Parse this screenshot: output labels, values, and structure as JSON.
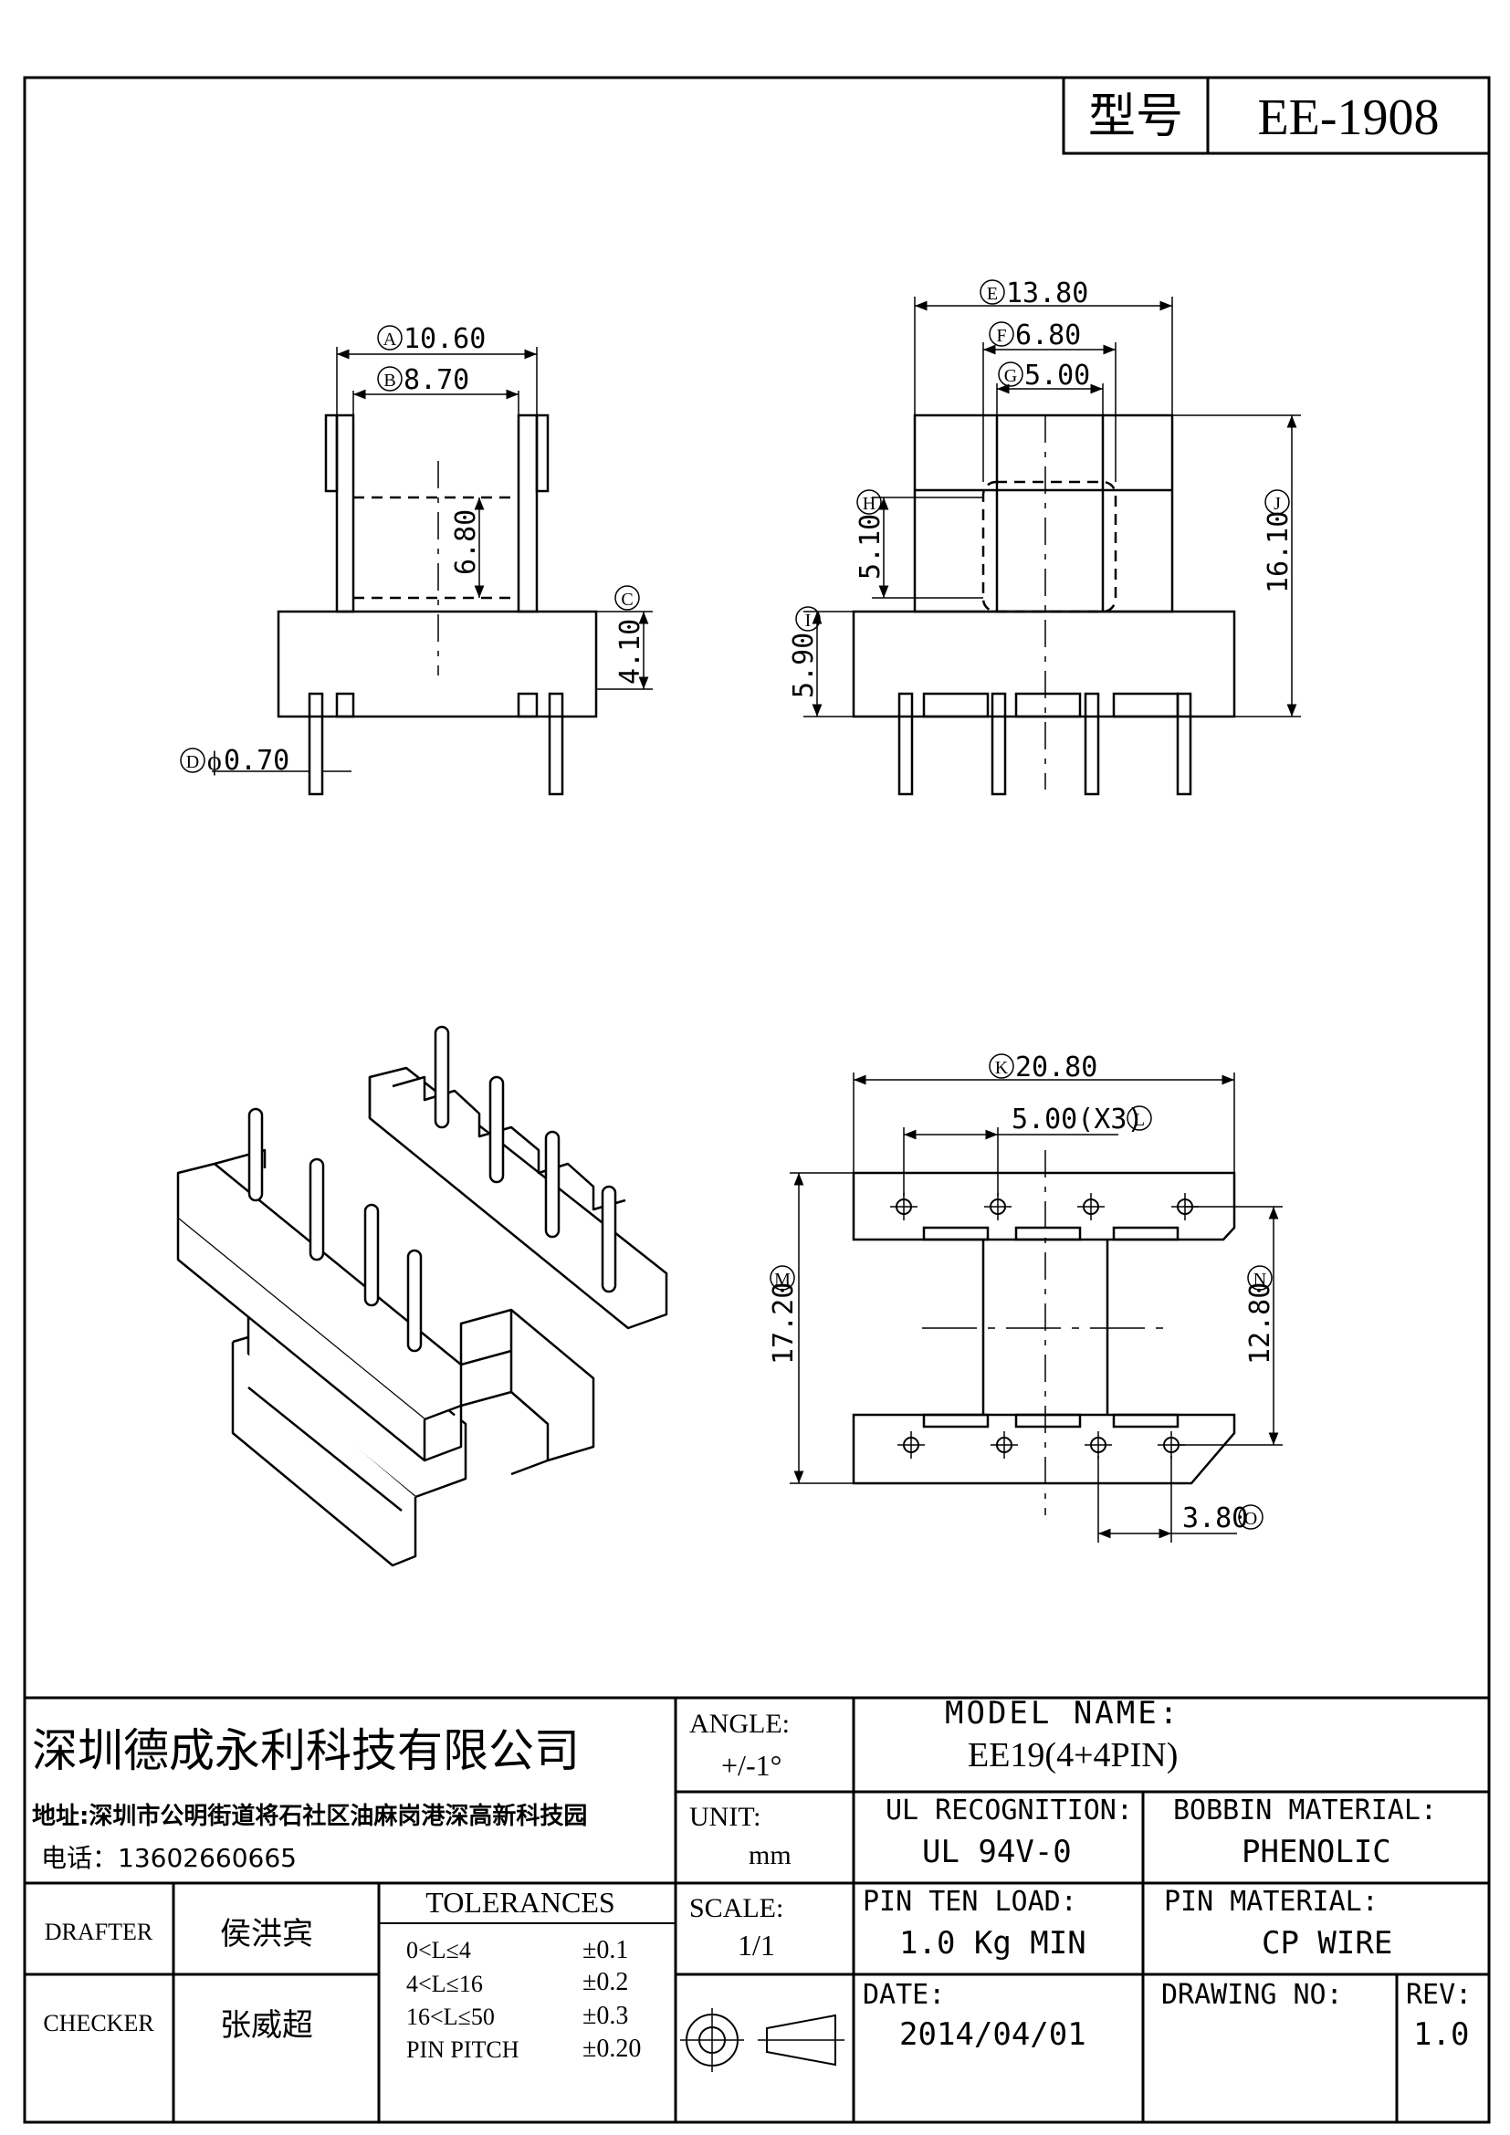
{
  "header": {
    "model_label": "型号",
    "model_value": "EE-1908"
  },
  "dimensions": {
    "a": {
      "letter": "A",
      "value": "10.60"
    },
    "b": {
      "letter": "B",
      "value": "8.70"
    },
    "c": {
      "letter": "C",
      "value": "4.10"
    },
    "core_height": "6.80",
    "d": {
      "letter": "D",
      "value": "0.70"
    },
    "e": {
      "letter": "E",
      "value": "13.80"
    },
    "f": {
      "letter": "F",
      "value": "6.80"
    },
    "g": {
      "letter": "G",
      "value": "5.00"
    },
    "h": {
      "letter": "H",
      "value": "5.10"
    },
    "i": {
      "letter": "I",
      "value": "5.90"
    },
    "j": {
      "letter": "J",
      "value": "16.10"
    },
    "k": {
      "letter": "K",
      "value": "20.80"
    },
    "l": {
      "letter": "L",
      "value": "5.00(X3)"
    },
    "m": {
      "letter": "M",
      "value": "17.20"
    },
    "n": {
      "letter": "N",
      "value": "12.80"
    },
    "o": {
      "letter": "O",
      "value": "3.80"
    }
  },
  "title_block": {
    "company": "深圳德成永利科技有限公司",
    "address": "地址:深圳市公明街道将石社区油麻岗港深高新科技园",
    "phone": "电话：13602660665",
    "drafter_label": "DRAFTER",
    "drafter_name": "侯洪宾",
    "checker_label": "CHECKER",
    "checker_name": "张威超",
    "tolerances_title": "TOLERANCES",
    "tolerances": [
      {
        "range": "0<L≤4",
        "value": "±0.1"
      },
      {
        "range": "4<L≤16",
        "value": "±0.2"
      },
      {
        "range": "16<L≤50",
        "value": "±0.3"
      },
      {
        "range": "PIN PITCH",
        "value": "±0.20"
      }
    ],
    "angle_label": "ANGLE:",
    "angle_value": "+/-1°",
    "unit_label": "UNIT:",
    "unit_value": "mm",
    "scale_label": "SCALE:",
    "scale_value": "1/1",
    "model_name_label": "MODEL NAME:",
    "model_name_value": "EE19(4+4PIN)",
    "ul_label": "UL RECOGNITION:",
    "ul_value": "UL 94V-0",
    "bobbin_label": "BOBBIN MATERIAL:",
    "bobbin_value": "PHENOLIC",
    "pin_load_label": "PIN TEN LOAD:",
    "pin_load_value": "1.0 Kg MIN",
    "pin_material_label": "PIN MATERIAL:",
    "pin_material_value": "CP WIRE",
    "date_label": "DATE:",
    "date_value": "2014/04/01",
    "drawing_no_label": "DRAWING NO:",
    "rev_label": "REV:",
    "rev_value": "1.0"
  }
}
